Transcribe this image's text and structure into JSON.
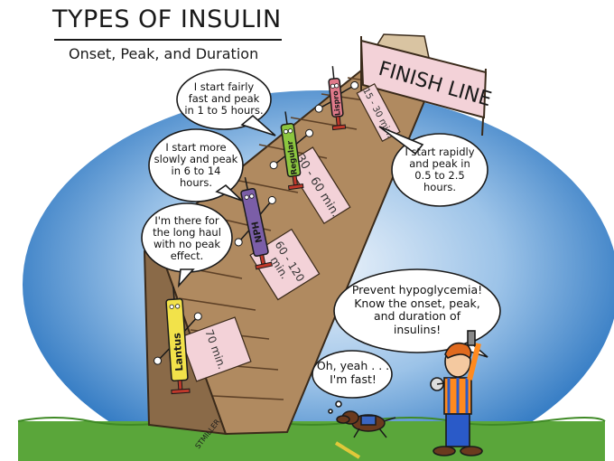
{
  "header": {
    "title": "TYPES OF INSULIN",
    "subtitle": "Onset, Peak, and Duration"
  },
  "finish_line": "FINISH LINE",
  "insulins": [
    {
      "name": "Lispro",
      "time": "15 - 30 min.",
      "color": "#e07a8a",
      "speech": "I start rapidly\nand peak in\n0.5 to 2.5\nhours."
    },
    {
      "name": "Regular",
      "time": "30 - 60 min.",
      "color": "#8cc63f",
      "speech": "I start fairly\nfast and peak\nin 1 to 5 hours."
    },
    {
      "name": "NPH",
      "time": "60 - 120\nmin.",
      "color": "#7b5ea7",
      "speech": "I start more\nslowly and peak\nin 6 to 14\nhours."
    },
    {
      "name": "Lantus",
      "time": "70 min.",
      "color": "#f2e24a",
      "speech": "I'm there for\nthe long haul\nwith no peak\neffect."
    }
  ],
  "man_speech": "Prevent hypoglycemia!\nKnow the onset, peak,\nand duration of\ninsulins!",
  "dog_speech": "Oh, yeah . . .\nI'm fast!",
  "signature": "STMILLER",
  "colors": {
    "sky": "#3f86cc",
    "grass": "#5aa63a",
    "ramp": "#9c7a55",
    "banner": "#f3d2d8"
  }
}
